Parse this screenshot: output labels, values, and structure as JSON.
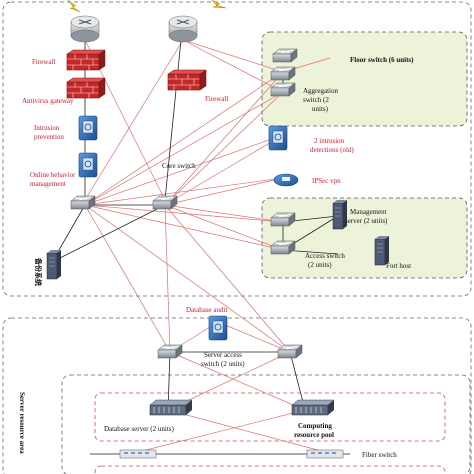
{
  "labels": {
    "firewall_left": "Firewall",
    "antivirus": "Antivirus gateway",
    "intrusion_prevention_1": "Intrusion",
    "intrusion_prevention_2": "prevention",
    "online_behavior_1": "Online behavior",
    "online_behavior_2": "management",
    "firewall_center": "Firewall",
    "core_switch": "Core switch",
    "intrusion_detection_1": "2 intrusion",
    "intrusion_detection_2": "detections (old)",
    "ipsec_vpn": "IPSec  vpn",
    "floor_switch": "Floor switch (6 units)",
    "aggregation_switch_1": "Aggregation",
    "aggregation_switch_2": "switch (2",
    "aggregation_switch_3": "units)",
    "management_server_1": "Management",
    "management_server_2": "server (2 units)",
    "access_switch_1": "Access switch",
    "access_switch_2": "(2 units)",
    "fort_host": "Fort host",
    "backup_system": "备份系统",
    "database_audit": "Database audit",
    "server_access_1": "Server access",
    "server_access_2": "switch (2 units)",
    "server_resource_area": "Server resource area",
    "database_server": "Database server (2 units)",
    "computing_pool_1": "Computing",
    "computing_pool_2": "resource pool",
    "fiber_switch": "Fiber switch"
  },
  "colors": {
    "red_label": "#d0202a",
    "green_zone": "#ecf3d9",
    "link_red": "#e07070",
    "link_black": "#222222",
    "switch_blue": "#2f6fb5",
    "firewall_red": "#c62828"
  },
  "icons": [
    "router-icon",
    "firewall-icon",
    "security-appliance-icon",
    "switch-icon",
    "server-icon",
    "storage-server-icon",
    "vpn-icon",
    "fiber-switch-icon"
  ]
}
